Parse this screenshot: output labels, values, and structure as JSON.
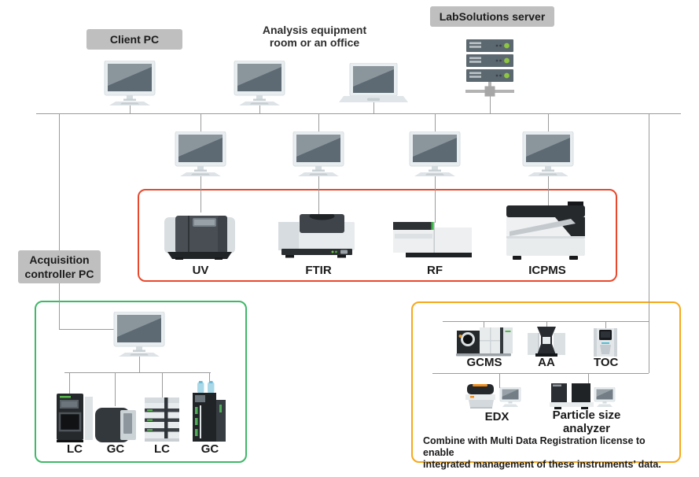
{
  "badges": {
    "client_pc": "Client PC",
    "server": "LabSolutions server",
    "acquisition": "Acquisition controller PC"
  },
  "room_label": {
    "line1": "Analysis equipment",
    "line2": "room or an office"
  },
  "red_group": {
    "labels": [
      "UV",
      "FTIR",
      "RF",
      "ICPMS"
    ]
  },
  "green_group": {
    "labels": [
      "LC",
      "GC",
      "LC",
      "GC"
    ]
  },
  "orange_group": {
    "row1_labels": [
      "GCMS",
      "AA",
      "TOC"
    ],
    "edx_label": "EDX",
    "psa_label_line1": "Particle size",
    "psa_label_line2": "analyzer",
    "note_line1": "Combine with Multi Data Registration license to enable",
    "note_line2": "integrated management of these instruments’ data."
  },
  "colors": {
    "red_box_border": "#e8492c",
    "green_box_border": "#3fb868",
    "orange_box_border": "#f7a81b",
    "badge_background": "#bfbfbf",
    "connection_line": "#9b9b9b",
    "server_led_green": "#8dc63f"
  }
}
